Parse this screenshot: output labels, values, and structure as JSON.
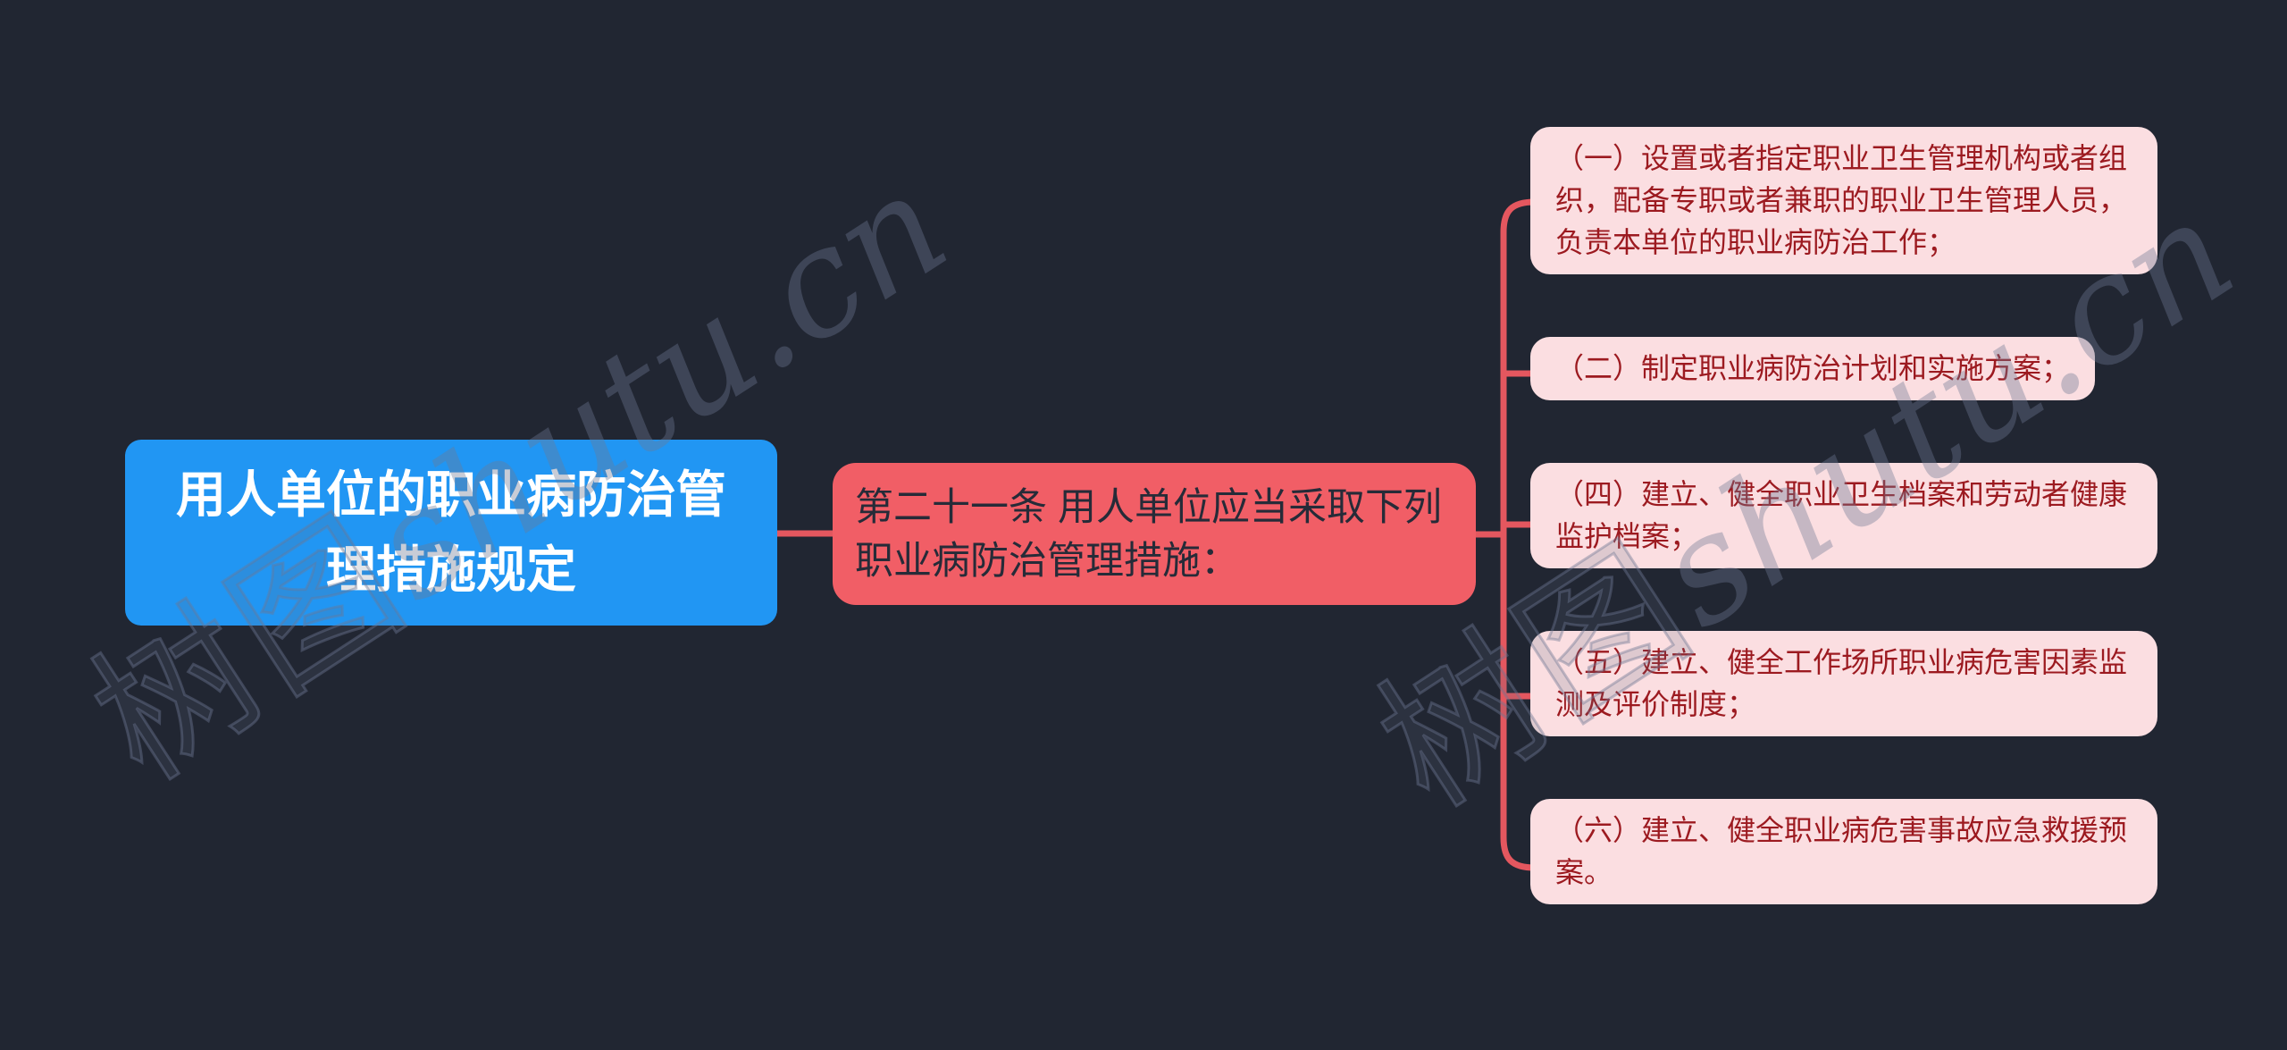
{
  "canvas": {
    "background": "#212632"
  },
  "watermark": {
    "chars": "树图",
    "script": "shutu.cn"
  },
  "root": {
    "label": "用人单位的职业病防治管理措施规定",
    "bg": "#2196F3",
    "text_color": "#FFFFFF"
  },
  "center": {
    "label": "第二十一条 用人单位应当采取下列职业病防治管理措施：",
    "bg": "#F15E66",
    "text_color": "#262B38"
  },
  "branches": [
    {
      "label": "（一）设置或者指定职业卫生管理机构或者组织，配备专职或者兼职的职业卫生管理人员，负责本单位的职业病防治工作；"
    },
    {
      "label": "（二）制定职业病防治计划和实施方案；"
    },
    {
      "label": "（四）建立、健全职业卫生档案和劳动者健康监护档案；"
    },
    {
      "label": "（五）建立、健全工作场所职业病危害因素监测及评价制度；"
    },
    {
      "label": "（六）建立、健全职业病危害事故应急救援预案。"
    }
  ],
  "branch_bg": "#FBDEE1",
  "branch_text_color": "#9C1A20",
  "connector_color": "#E4575F"
}
